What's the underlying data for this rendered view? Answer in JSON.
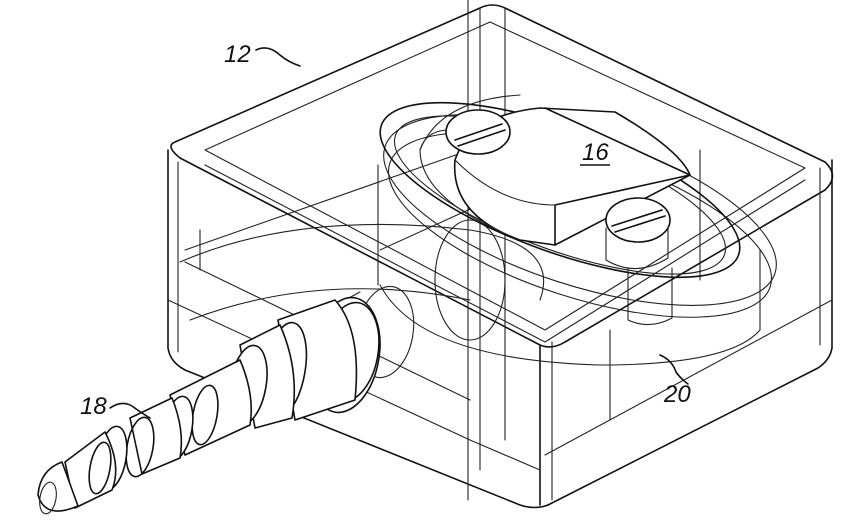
{
  "figure": {
    "labels": {
      "housing": "12",
      "module": "16",
      "plug": "18",
      "base": "20"
    }
  }
}
